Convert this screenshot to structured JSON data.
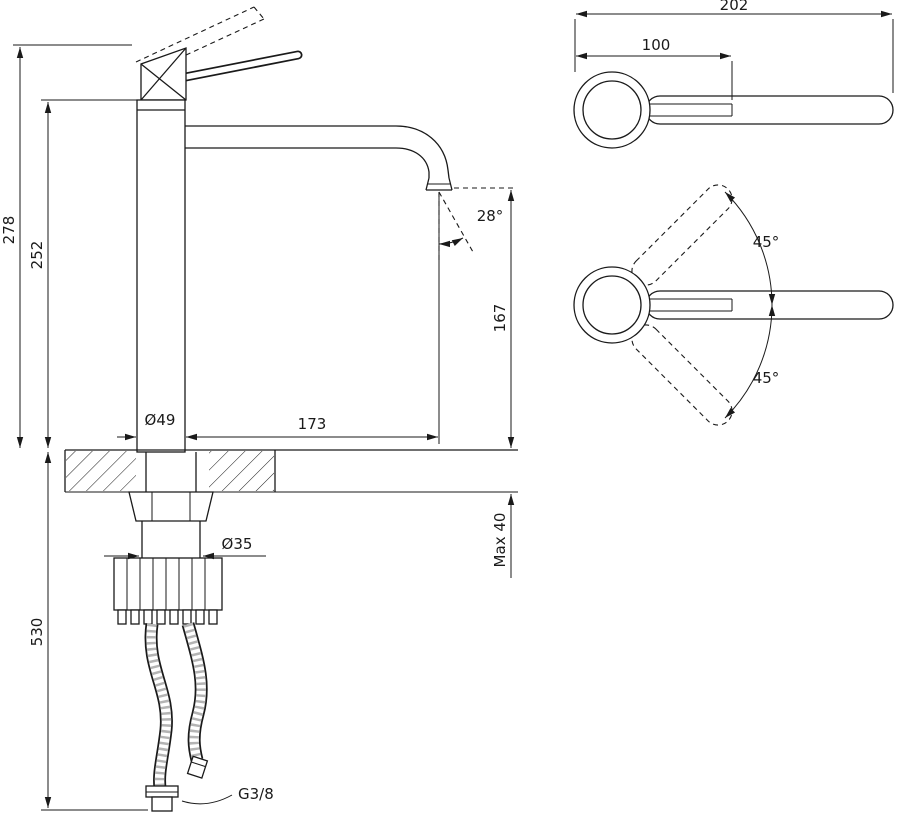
{
  "side_view": {
    "total_height": "278",
    "body_height": "252",
    "below_counter_height": "530",
    "spout_angle": "28°",
    "spout_outlet_height": "167",
    "base_diameter": "Ø49",
    "spout_reach": "173",
    "max_deck_thickness": "Max 40",
    "shank_diameter": "Ø35",
    "hose_thread": "G3/8"
  },
  "top_view": {
    "overall_length": "202",
    "handle_length": "100",
    "handle_swing_up": "45°",
    "handle_swing_down": "45°"
  },
  "colors": {
    "line": "#1a1a1a",
    "background": "#ffffff"
  }
}
